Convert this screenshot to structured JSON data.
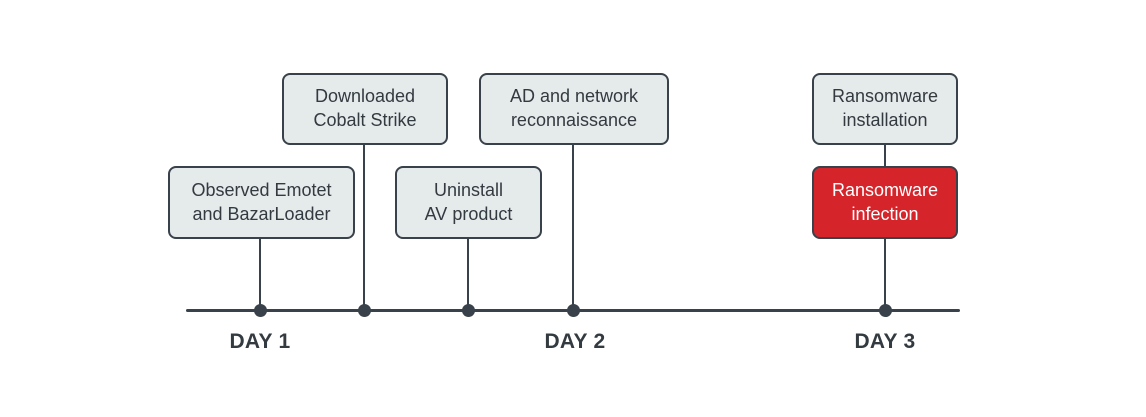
{
  "timeline": {
    "events": [
      {
        "label": "Observed Emotet\nand BazarLoader",
        "row": "lower",
        "highlighted": false
      },
      {
        "label": "Downloaded\nCobalt Strike",
        "row": "upper",
        "highlighted": false
      },
      {
        "label": "Uninstall\nAV product",
        "row": "lower",
        "highlighted": false
      },
      {
        "label": "AD and network\nreconnaissance",
        "row": "upper",
        "highlighted": false
      },
      {
        "label": "Ransomware\ninstallation",
        "row": "upper",
        "highlighted": false
      },
      {
        "label": "Ransomware\ninfection",
        "row": "lower",
        "highlighted": true
      }
    ],
    "day_labels": [
      {
        "label": "DAY 1"
      },
      {
        "label": "DAY 2"
      },
      {
        "label": "DAY 3"
      }
    ],
    "colors": {
      "background": "#ffffff",
      "box_fill": "#e5eaeb",
      "box_border": "#39424a",
      "box_text": "#333a40",
      "highlight_fill": "#d6242b",
      "highlight_text": "#ffffff",
      "axis": "#39424a"
    }
  }
}
